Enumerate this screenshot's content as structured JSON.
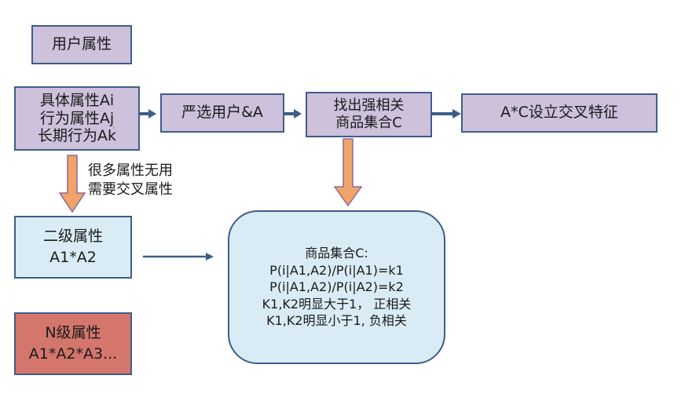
{
  "boxes": {
    "user_attr": "用户属性",
    "specific_attrs": {
      "line1": "具体属性Ai",
      "line2_prefix": "行为属性A",
      "line2_suffix": "j",
      "line3": "长期行为Ak"
    },
    "select_users": "严选用户&A",
    "find_related": {
      "line1": "找出强相关",
      "line2": "商品集合C"
    },
    "cross_feature": "A*C设立交叉特征",
    "second_level": {
      "line1": "二级属性",
      "line2": "A1*A2"
    },
    "n_level": {
      "line1": "N级属性",
      "line2": "A1*A2*A3..."
    },
    "set_c": {
      "title": "商品集合C:",
      "line1": "P(i|A1,A2)/P(i|A1)=k1",
      "line2": "P(i|A1,A2)/P(i|A2)=k2",
      "line3": "K1,K2明显大于1， 正相关",
      "line4": "K1,K2明显小于1, 负相关"
    }
  },
  "note": {
    "line1": "很多属性无用",
    "line2": "需要交叉属性"
  },
  "colors": {
    "box_purple": "#cdc1dc",
    "box_light_blue": "#d9ecf6",
    "box_red": "#d4766c",
    "border": "#3f5c8a",
    "arrow_dark": "#3f5c8a",
    "arrow_orange_fill": "#f1a46a",
    "arrow_orange_stroke": "#8a6a9a"
  }
}
